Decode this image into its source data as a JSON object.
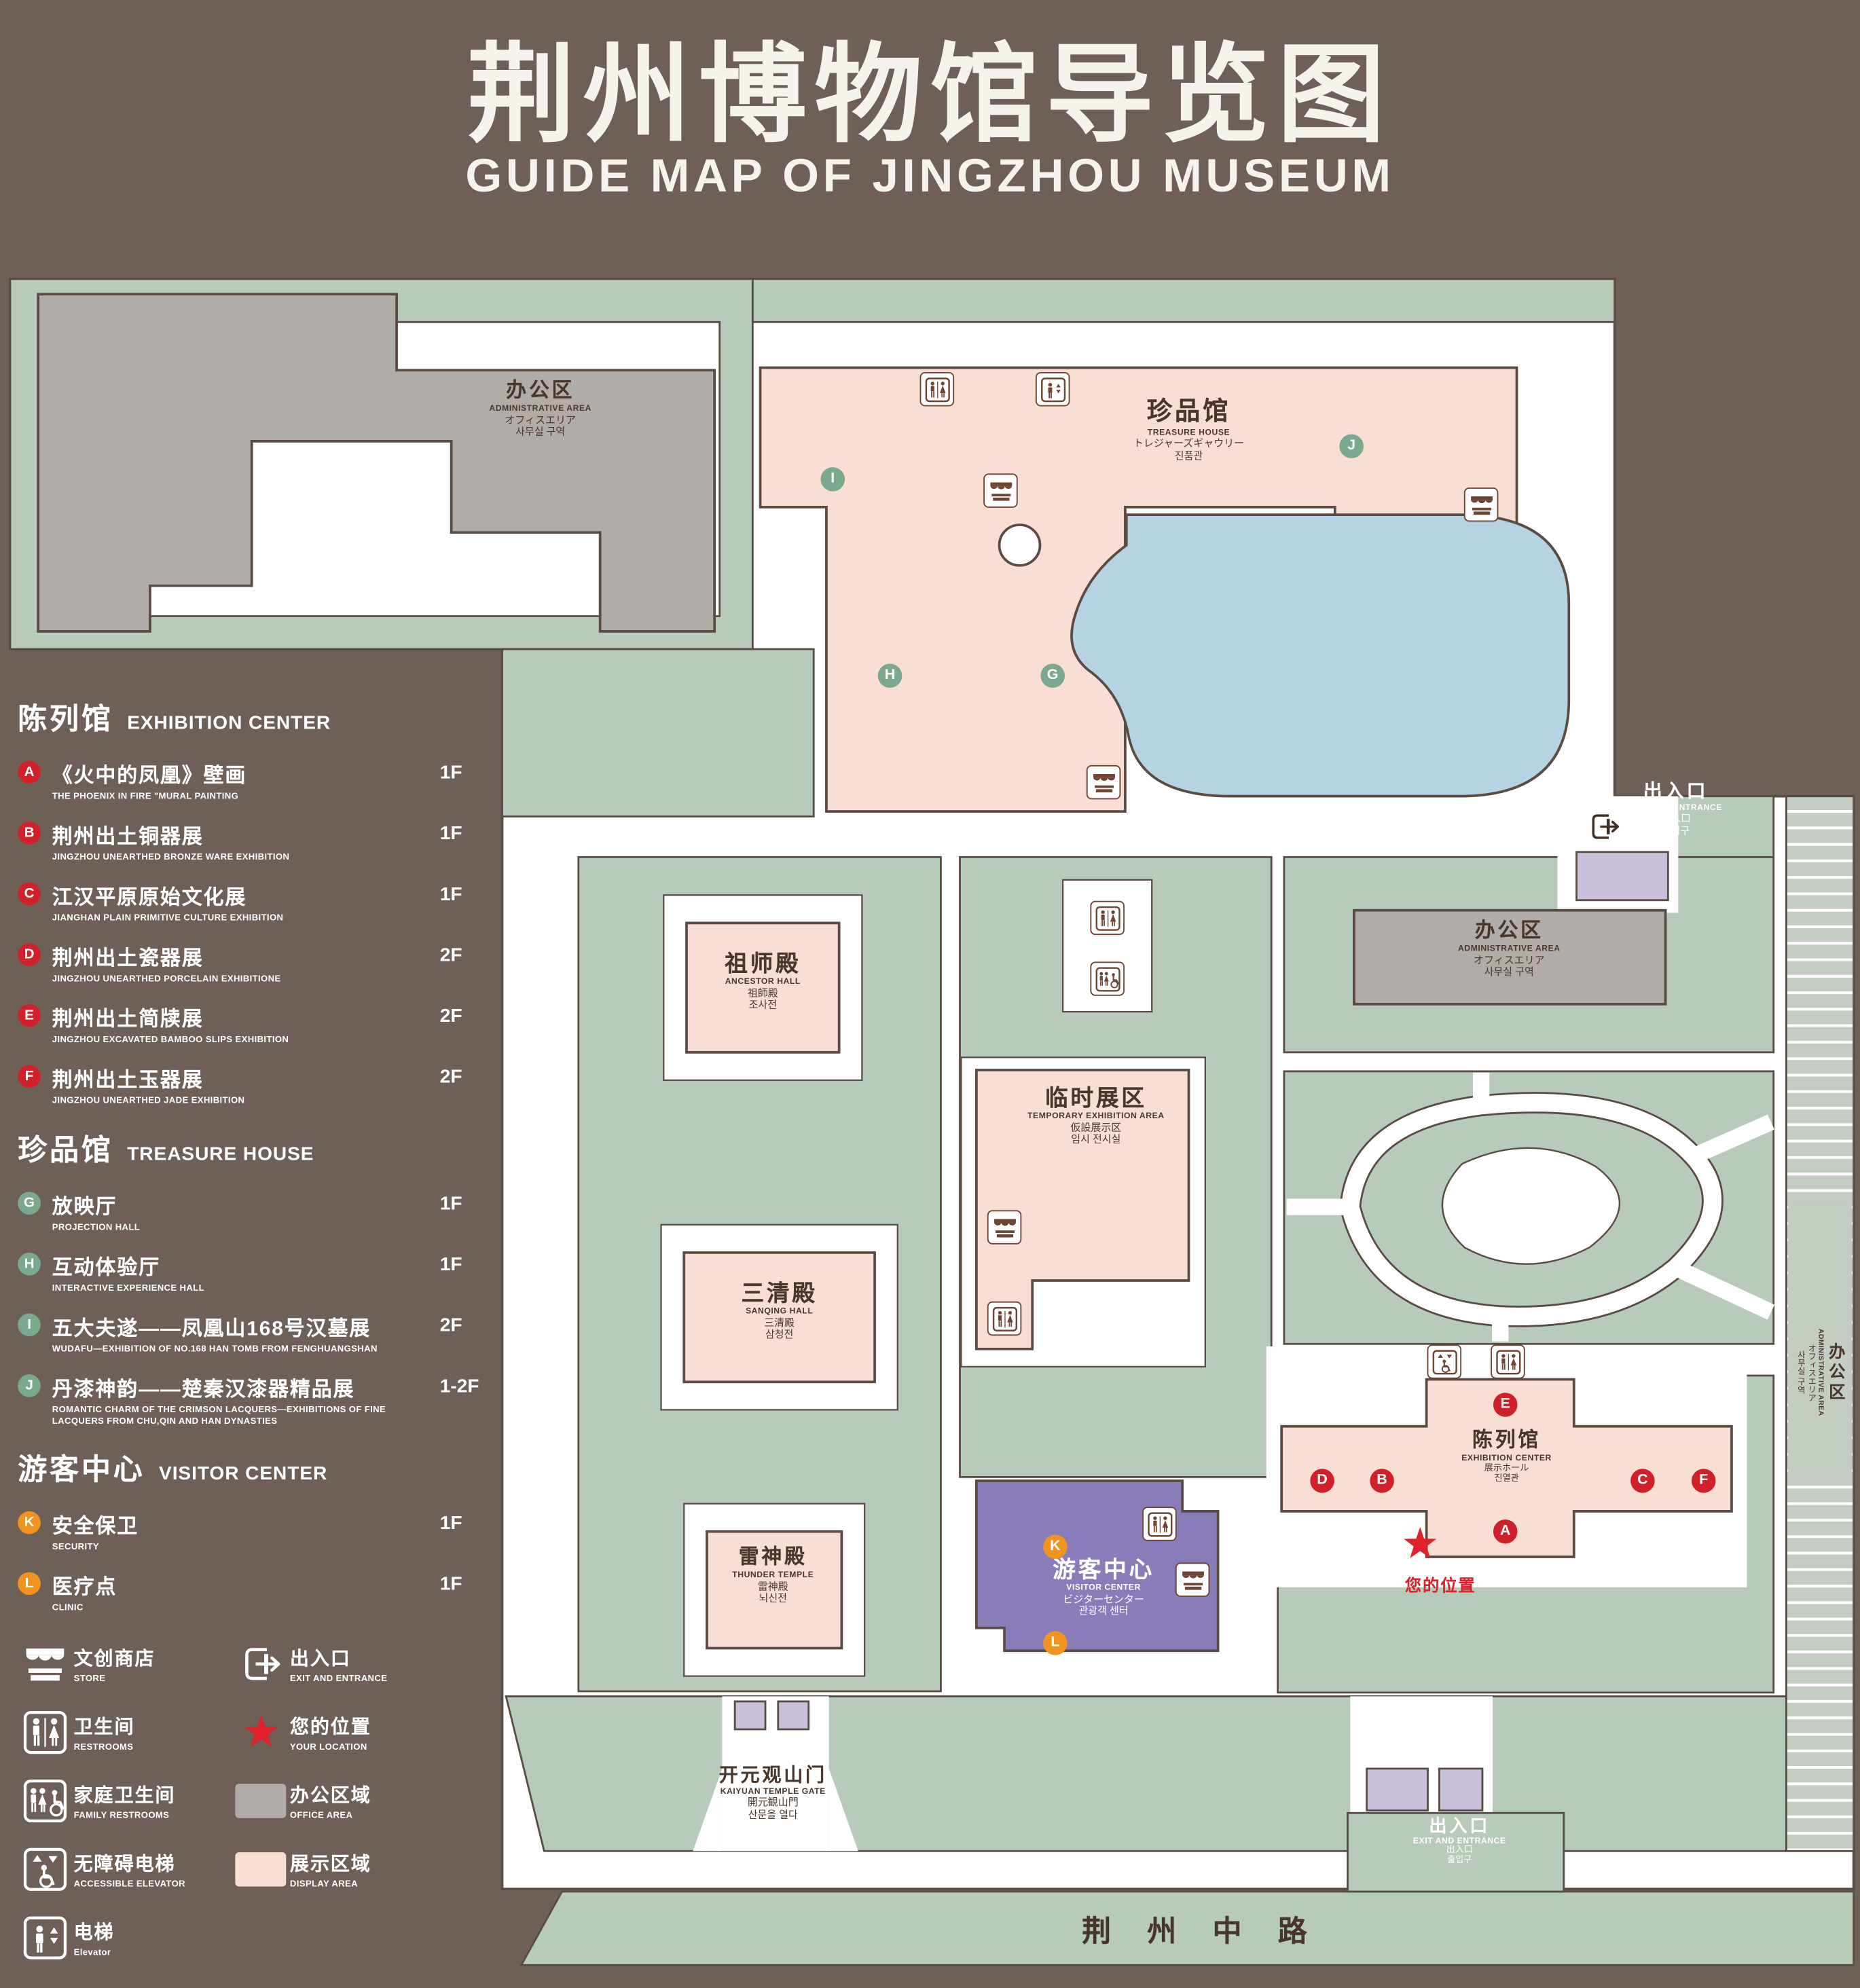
{
  "title": {
    "zh": "荆州博物馆导览图",
    "en": "GUIDE MAP OF JINGZHOU MUSEUM"
  },
  "colors": {
    "background": "#6E6056",
    "grounds_green": "#B7CBBA",
    "display_area_pink": "#F9DFD3",
    "office_area_gray": "#B2ACA9",
    "pond_blue": "#B5D3E2",
    "visitor_center_purple": "#8A7CB8",
    "entrance_lavender": "#CABFDD",
    "marker_red": "#D0202A",
    "marker_green": "#7AA98D",
    "marker_orange": "#F0941F",
    "icon_brown": "#6F4433",
    "path_white": "#FFFFFF"
  },
  "legend": {
    "sections": [
      {
        "zh": "陈列馆",
        "en": "EXHIBITION CENTER",
        "items": [
          {
            "letter": "A",
            "zh": "《火中的凤凰》壁画",
            "en": "THE PHOENIX IN FIRE \"MURAL PAINTING",
            "floor": "1F"
          },
          {
            "letter": "B",
            "zh": "荆州出土铜器展",
            "en": "JINGZHOU UNEARTHED BRONZE WARE EXHIBITION",
            "floor": "1F"
          },
          {
            "letter": "C",
            "zh": "江汉平原原始文化展",
            "en": "JIANGHAN PLAIN PRIMITIVE CULTURE EXHIBITION",
            "floor": "1F"
          },
          {
            "letter": "D",
            "zh": "荆州出土瓷器展",
            "en": "JINGZHOU UNEARTHED PORCELAIN EXHIBITIONE",
            "floor": "2F"
          },
          {
            "letter": "E",
            "zh": "荆州出土简牍展",
            "en": "JINGZHOU EXCAVATED BAMBOO SLIPS EXHIBITION",
            "floor": "2F"
          },
          {
            "letter": "F",
            "zh": "荆州出土玉器展",
            "en": "JINGZHOU UNEARTHED JADE EXHIBITION",
            "floor": "2F"
          }
        ]
      },
      {
        "zh": "珍品馆",
        "en": "TREASURE HOUSE",
        "items": [
          {
            "letter": "G",
            "zh": "放映厅",
            "en": "PROJECTION HALL",
            "floor": "1F"
          },
          {
            "letter": "H",
            "zh": "互动体验厅",
            "en": "INTERACTIVE EXPERIENCE HALL",
            "floor": "1F"
          },
          {
            "letter": "I",
            "zh": "五大夫遂——凤凰山168号汉墓展",
            "en": "WUDAFU—EXHIBITION OF NO.168 HAN TOMB FROM FENGHUANGSHAN",
            "floor": "2F"
          },
          {
            "letter": "J",
            "zh": "丹漆神韵——楚秦汉漆器精品展",
            "en": "ROMANTIC CHARM OF THE CRIMSON LACQUERS—EXHIBITIONS OF FINE LACQUERS FROM CHU,QIN AND HAN DYNASTIES",
            "floor": "1-2F"
          }
        ]
      },
      {
        "zh": "游客中心",
        "en": "VISITOR CENTER",
        "items": [
          {
            "letter": "K",
            "zh": "安全保卫",
            "en": "SECURITY",
            "floor": "1F"
          },
          {
            "letter": "L",
            "zh": "医疗点",
            "en": "CLINIC",
            "floor": "1F"
          }
        ]
      }
    ],
    "symbols": [
      {
        "zh": "文创商店",
        "en": "STORE"
      },
      {
        "zh": "出入口",
        "en": "EXIT AND ENTRANCE"
      },
      {
        "zh": "卫生间",
        "en": "RESTROOMS"
      },
      {
        "zh": "您的位置",
        "en": "YOUR LOCATION"
      },
      {
        "zh": "家庭卫生间",
        "en": "FAMILY RESTROOMS"
      },
      {
        "zh": "办公区域",
        "en": "OFFICE AREA"
      },
      {
        "zh": "无障碍电梯",
        "en": "ACCESSIBLE ELEVATOR"
      },
      {
        "zh": "展示区域",
        "en": "DISPLAY AREA"
      },
      {
        "zh": "电梯",
        "en": "Elevator"
      }
    ]
  },
  "map": {
    "labels": {
      "admin_top_left": {
        "zh": "办公区",
        "en": "ADMINISTRATIVE AREA",
        "ja": "オフィスエリア",
        "ko": "사무실 구역"
      },
      "treasure_house": {
        "zh": "珍品馆",
        "en": "TREASURE HOUSE",
        "ja": "トレジャーズギャウリー",
        "ko": "진품관"
      },
      "exit_right": {
        "zh": "出入口",
        "en": "EXIT AND ENTRANCE",
        "ja": "出入口",
        "ko": "출입구"
      },
      "ancestor_hall": {
        "zh": "祖师殿",
        "en": "ANCESTOR HALL",
        "ja": "祖師殿",
        "ko": "조사전"
      },
      "admin_center": {
        "zh": "办公区",
        "en": "ADMINISTRATIVE AREA",
        "ja": "オフィスエリア",
        "ko": "사무실 구역"
      },
      "temporary_exhibition": {
        "zh": "临时展区",
        "en": "TEMPORARY EXHIBITION AREA",
        "ja": "仮設展示区",
        "ko": "임시 전시실"
      },
      "sanqing_hall": {
        "zh": "三清殿",
        "en": "SANQING HALL",
        "ja": "三清殿",
        "ko": "삼청전"
      },
      "exhibition_center": {
        "zh": "陈列馆",
        "en": "EXHIBITION CENTER",
        "ja": "展示ホール",
        "ko": "진열관"
      },
      "thunder_temple": {
        "zh": "雷神殿",
        "en": "THUNDER TEMPLE",
        "ja": "雷神殿",
        "ko": "뇌신전"
      },
      "visitor_center": {
        "zh": "游客中心",
        "en": "VISITOR CENTER",
        "ja": "ビジターセンター",
        "ko": "관광객 센터"
      },
      "kaiyuan_gate": {
        "zh": "开元观山门",
        "en": "KAIYUAN TEMPLE GATE",
        "ja": "開元観山門",
        "ko": "산문을 열다"
      },
      "exit_bottom": {
        "zh": "出入口",
        "en": "EXIT AND ENTRANCE",
        "ja": "出入口",
        "ko": "출입구"
      },
      "admin_right": {
        "zh": "办公区",
        "en": "ADMINISTRATIVE AREA",
        "ja": "オフィスエリア",
        "ko": "사무실 구역"
      },
      "your_location": "您的位置",
      "road": "荆 州 中 路"
    },
    "markers": [
      {
        "letter": "I"
      },
      {
        "letter": "J"
      },
      {
        "letter": "H"
      },
      {
        "letter": "G"
      },
      {
        "letter": "E"
      },
      {
        "letter": "D"
      },
      {
        "letter": "B"
      },
      {
        "letter": "A"
      },
      {
        "letter": "C"
      },
      {
        "letter": "F"
      },
      {
        "letter": "K"
      },
      {
        "letter": "L"
      }
    ]
  }
}
